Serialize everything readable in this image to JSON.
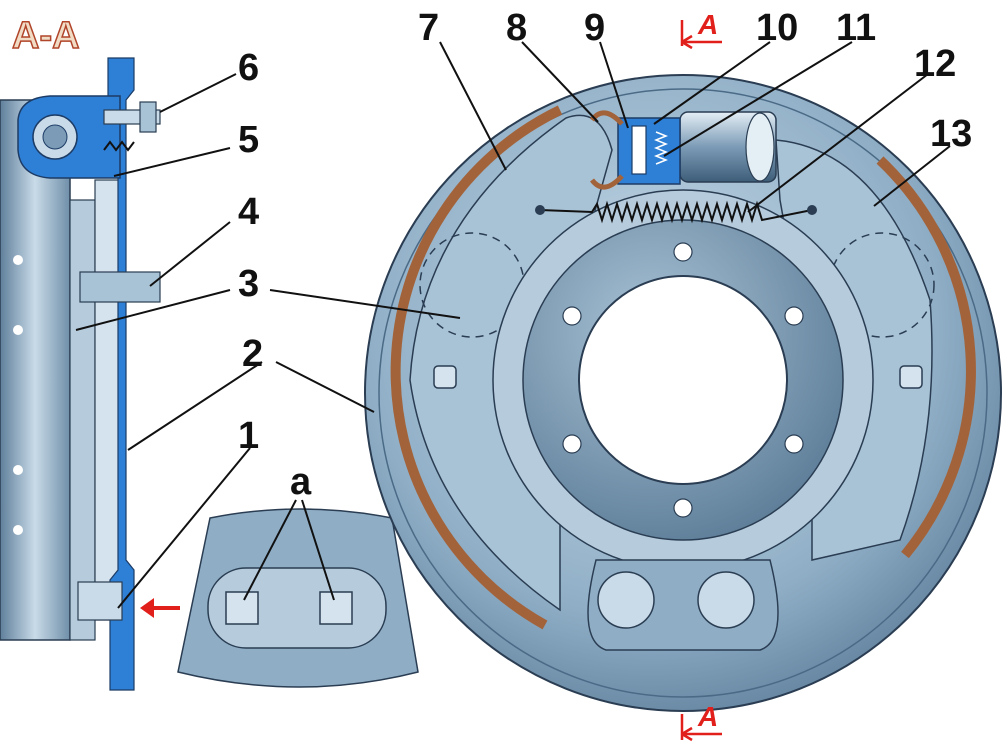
{
  "section_title": "A-A",
  "section_marker_letter": "A",
  "detail_label": "a",
  "callouts": [
    {
      "id": "1",
      "text": "1"
    },
    {
      "id": "2",
      "text": "2"
    },
    {
      "id": "3",
      "text": "3"
    },
    {
      "id": "4",
      "text": "4"
    },
    {
      "id": "5",
      "text": "5"
    },
    {
      "id": "6",
      "text": "6"
    },
    {
      "id": "7",
      "text": "7"
    },
    {
      "id": "8",
      "text": "8"
    },
    {
      "id": "9",
      "text": "9"
    },
    {
      "id": "10",
      "text": "10"
    },
    {
      "id": "11",
      "text": "11"
    },
    {
      "id": "12",
      "text": "12"
    },
    {
      "id": "13",
      "text": "13"
    }
  ],
  "colors": {
    "steel": "#8faec6",
    "steel_dark": "#4a6a86",
    "steel_light": "#c9dbe8",
    "lining": "#a3633a",
    "highlight_blue": "#2e7fd6",
    "marker_red": "#e1201b",
    "title_fill": "#f1dcc6",
    "title_stroke": "#b0452a"
  }
}
